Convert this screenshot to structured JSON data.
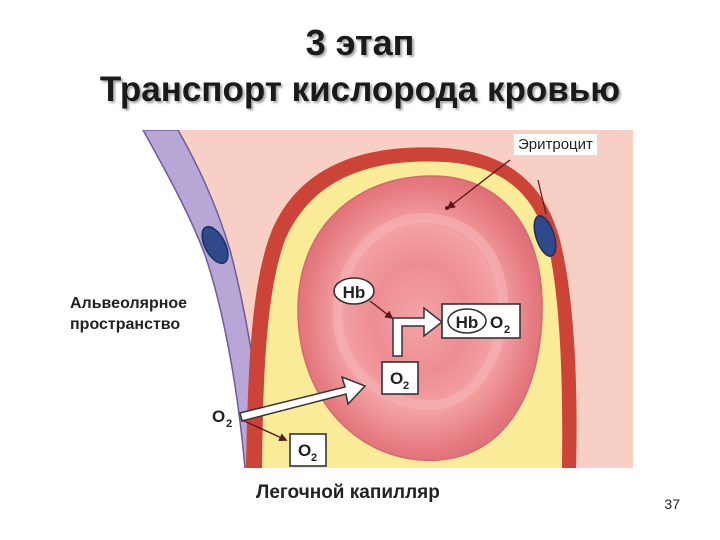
{
  "slide": {
    "title_line1": "3 этап",
    "title_line2": "Транспорт кислорода кровью",
    "page_number": "37"
  },
  "diagram": {
    "labels": {
      "erythrocyte": "Эритроцит",
      "alveolar_line1": "Альвеолярное",
      "alveolar_line2": "пространство",
      "capillary": "Легочной капилляр"
    },
    "molecules": {
      "hb": "Hb",
      "o2_letter": "O",
      "o2_subscript": "2"
    }
  }
}
